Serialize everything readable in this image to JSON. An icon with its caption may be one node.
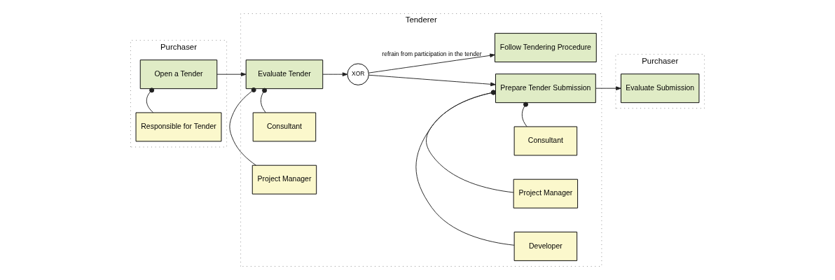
{
  "diagram": {
    "nodes": [
      {
        "text": [
          "Purchaser"
        ]
      },
      {
        "text": [
          "Open a Tender"
        ],
        "in": 0
      },
      {
        "text": [
          "Responsible for Tender"
        ],
        "in": 0
      },
      {
        "text": [
          "Tenderer"
        ]
      },
      {
        "text": [
          "Evaluate Tender"
        ],
        "in": 3
      },
      {
        "text": [
          "Consultant"
        ],
        "in": 3
      },
      {
        "text": [
          "Project Manager"
        ],
        "in": 3
      },
      {
        "text": [
          "XOR"
        ],
        "in": 3
      },
      {
        "text": [
          "Prepare Tender Submission"
        ],
        "in": 3
      },
      {
        "text": [
          "Consultant"
        ],
        "in": 3
      },
      {
        "text": [
          "Project Manager"
        ],
        "in": 3
      },
      {
        "text": [
          "Developer"
        ],
        "in": 3
      },
      {
        "text": [
          "Follow Tendering Procedure"
        ],
        "in": 3
      },
      {
        "text": [
          "Purchaser"
        ]
      },
      {
        "text": [
          "Evaluate Submission"
        ],
        "in": 13
      }
    ],
    "edges": [
      {
        "from": 1,
        "to": 4,
        "arrow": "to"
      },
      {
        "from": 1,
        "to": 2,
        "arrow": "other"
      },
      {
        "from": 4,
        "to": 7,
        "arrow": "to"
      },
      {
        "from": 4,
        "to": 5,
        "arrow": "other"
      },
      {
        "from": 4,
        "to": 6,
        "arrow": "other"
      },
      {
        "from": 7,
        "to": 8,
        "arrow": "to"
      },
      {
        "from": 8,
        "to": 9,
        "arrow": "other"
      },
      {
        "from": 8,
        "to": 10,
        "arrow": "other"
      },
      {
        "from": 8,
        "to": 11,
        "arrow": "other"
      },
      {
        "from": 7,
        "to": 12,
        "arrow": "to",
        "label": "refrain from participation in the tender"
      },
      {
        "from": 8,
        "to": 14,
        "arrow": "to"
      }
    ]
  }
}
